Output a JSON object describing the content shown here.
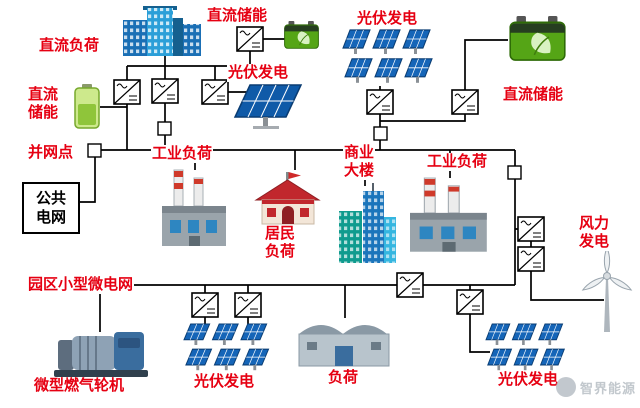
{
  "labels": {
    "dc_load": "直流负荷",
    "dc_storage_top": "直流储能",
    "pv_top_left": "光伏发电",
    "pv_top_right": "光伏发电",
    "dc_storage_right": "直流储能",
    "dc_storage_left": "直流\n储能",
    "grid_connection_point": "并网点",
    "public_grid": "公共\n电网",
    "industrial_load_left": "工业负荷",
    "residential_load": "居民\n负荷",
    "commercial_building": "商业\n大楼",
    "industrial_load_right": "工业负荷",
    "wind_power": "风力\n发电",
    "park_microgrid": "园区小型微电网",
    "micro_gas_turbine": "微型燃气轮机",
    "pv_bottom_left": "光伏发电",
    "load_bottom": "负荷",
    "pv_bottom_right": "光伏发电",
    "watermark": "智界能源"
  },
  "colors": {
    "label_red": "#e60012",
    "line_black": "#000000",
    "solar_blue": "#1565b8",
    "battery_green": "#55a516"
  }
}
